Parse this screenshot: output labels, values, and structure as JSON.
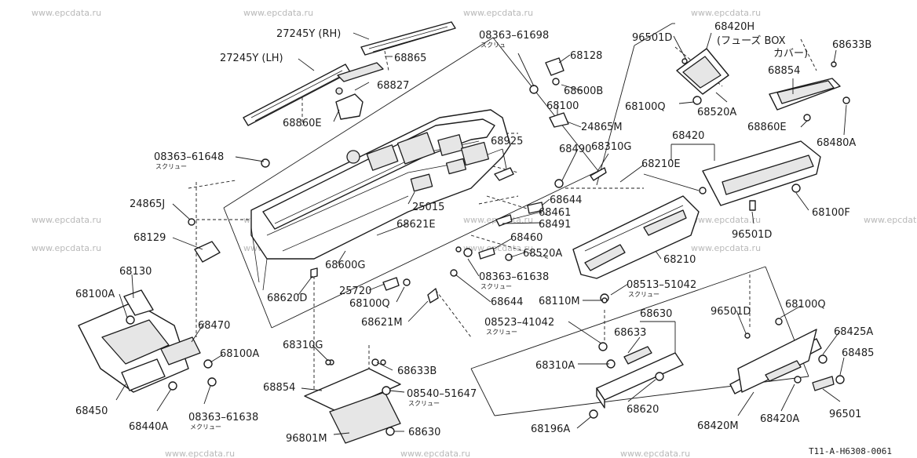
{
  "watermark": "www.epcdata.ru",
  "diagram_code": "T11-A-H6308-0061",
  "screw_label_a": "スクリュ",
  "screw_label_b": "スクリュー",
  "screw_label_c": "メクリュー",
  "labels": {
    "p27245Y_RH": "27245Y (RH)",
    "p27245Y_LH": "27245Y (LH)",
    "p68865": "68865",
    "p68827": "68827",
    "p68860E_a": "68860E",
    "p08363_61698": "08363–61698",
    "p68128": "68128",
    "p68600B": "68600B",
    "p68100": "68100",
    "p24865M": "24865M",
    "p68925": "68925",
    "p68490": "68490",
    "p68310G_a": "68310G",
    "p68210E": "68210E",
    "p96501D_a": "96501D",
    "p68420H": "68420H",
    "p68420H_note1": "(フューズ BOX",
    "p68420H_note2": "カバー)",
    "p68633B_a": "68633B",
    "p68854_a": "68854",
    "p68100Q_a": "68100Q",
    "p68520A_a": "68520A",
    "p68860E_b": "68860E",
    "p68480A": "68480A",
    "p68420": "68420",
    "p68100F": "68100F",
    "p96501D_b": "96501D",
    "p08363_61648": "08363–61648",
    "p24865J": "24865J",
    "p25015": "25015",
    "p68644_a": "68644",
    "p68461": "68461",
    "p68491": "68491",
    "p68621E": "68621E",
    "p68460": "68460",
    "p68520A_b": "68520A",
    "p68210": "68210",
    "p68129": "68129",
    "p68600G": "68600G",
    "p08363_61638_a": "08363–61638",
    "p68644_b": "68644",
    "p68130": "68130",
    "p68100A_a": "68100A",
    "p68620D": "68620D",
    "p25720": "25720",
    "p68100Q_b": "68100Q",
    "p68621M": "68621M",
    "p68110M": "68110M",
    "p08513_51042": "08513–51042",
    "p68470": "68470",
    "p68310G_b": "68310G",
    "p08523_41042": "08523–41042",
    "p68630_a": "68630",
    "p68633": "68633",
    "p96501D_c": "96501D",
    "p68100Q_c": "68100Q",
    "p68425A": "68425A",
    "p68485": "68485",
    "p68100A_b": "68100A",
    "p68633B_b": "68633B",
    "p68310A": "68310A",
    "p68854_b": "68854",
    "p08540_51647": "08540–51647",
    "p68450": "68450",
    "p68440A": "68440A",
    "p08363_61638_b": "08363–61638",
    "p68620": "68620",
    "p68420M": "68420M",
    "p68420A": "68420A",
    "p96501": "96501",
    "p96801M": "96801M",
    "p68630_b": "68630",
    "p68196A": "68196A"
  }
}
